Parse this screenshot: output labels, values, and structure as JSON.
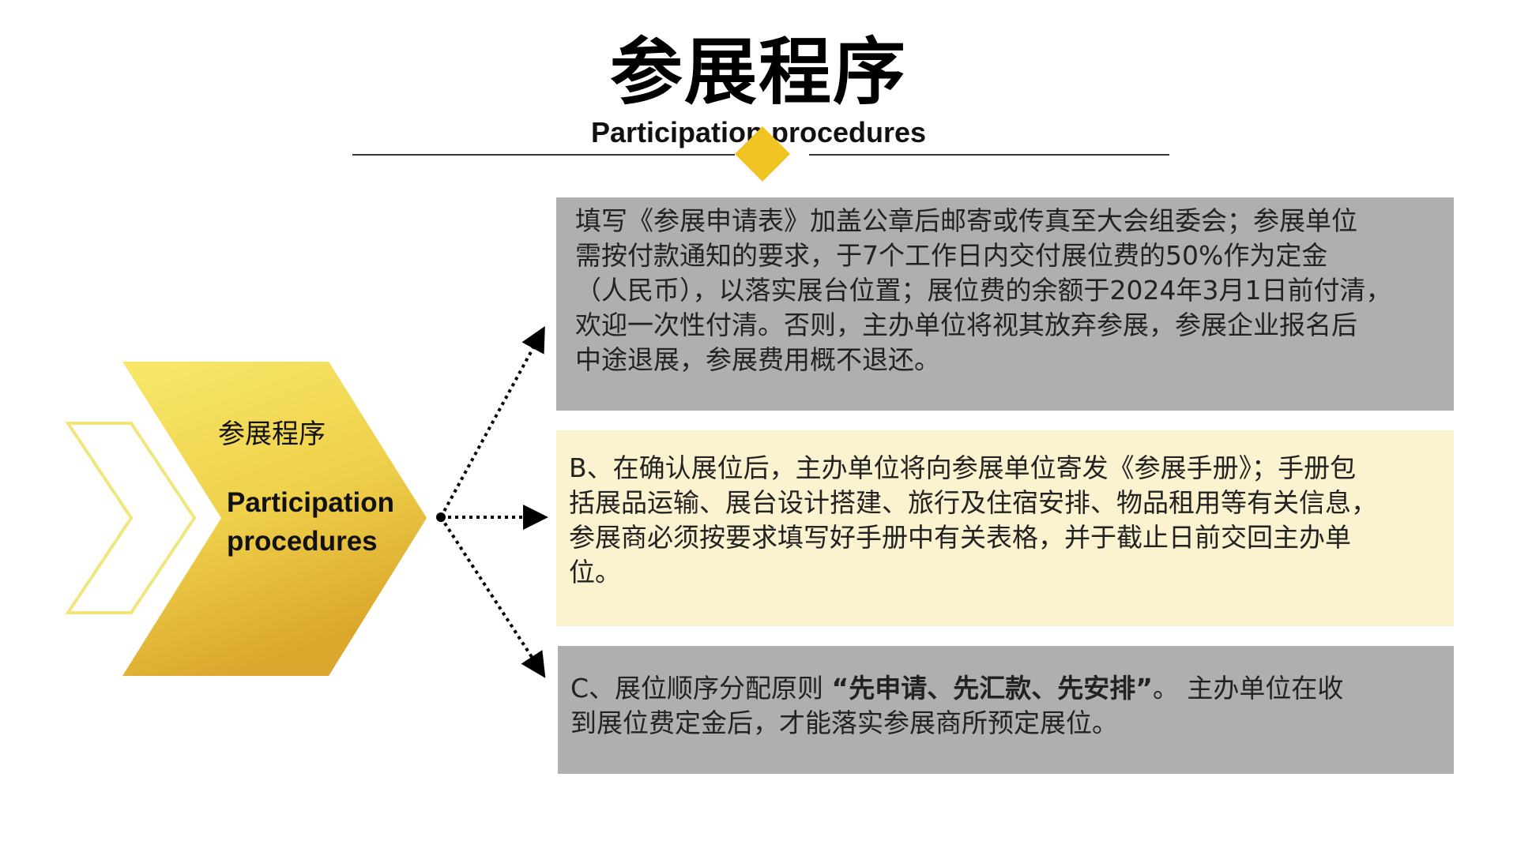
{
  "header": {
    "title_cn": "参展程序",
    "title_en": "Participation procedures"
  },
  "chevron": {
    "label_cn": "参展程序",
    "label_en": "Participation\nprocedures"
  },
  "boxes": {
    "a": {
      "text": "填写《参展申请表》加盖公章后邮寄或传真至大会组委会；参展单位\n需按付款通知的要求，于7个工作日内交付展位费的50%作为定金\n（人民币），以落实展台位置；展位费的余额于2024年3月1日前付清，\n欢迎一次性付清。否则，主办单位将视其放弃参展，参展企业报名后\n中途退展，参展费用概不退还。"
    },
    "b": {
      "text": "B、在确认展位后，主办单位将向参展单位寄发《参展手册》；手册包\n括展品运输、展台设计搭建、旅行及住宿安排、物品租用等有关信息，\n参展商必须按要求填写好手册中有关表格，并于截止日前交回主办单\n位。"
    },
    "c": {
      "prefix": "C、展位顺序分配原则 ",
      "emphasis": "“先申请、先汇款、先安排”",
      "suffix": "。 主办单位在收\n到展位费定金后，才能落实参展商所预定展位。"
    }
  },
  "colors": {
    "gold_light": "#f7e86a",
    "gold_dark": "#dba72c",
    "outline_yellow": "#f2e67a",
    "diamond": "#f0c323",
    "gray_box": "#afafaf",
    "cream_box": "#fbf3cf"
  }
}
